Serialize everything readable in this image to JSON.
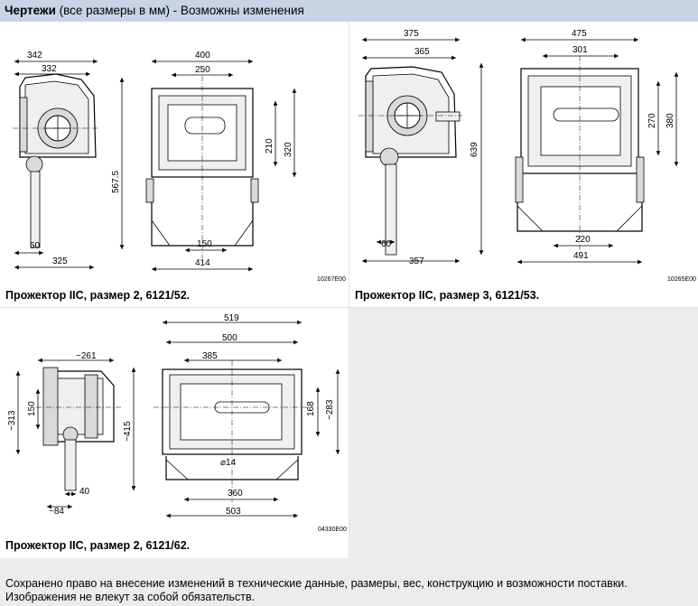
{
  "header": {
    "title_bold": "Чертежи",
    "title_rest": " (все размеры в мм) - Возможны изменения"
  },
  "drawings": [
    {
      "caption": "Прожектор IIC, размер 2, 6121/52.",
      "code": "10267E00",
      "dims": [
        "342",
        "332",
        "567.5",
        "50",
        "325",
        "400",
        "250",
        "210",
        "320",
        "150",
        "414"
      ]
    },
    {
      "caption": "Прожектор IIC, размер 3, 6121/53.",
      "code": "10265E00",
      "dims": [
        "375",
        "365",
        "639",
        "60",
        "357",
        "475",
        "301",
        "270",
        "380",
        "220",
        "491"
      ]
    },
    {
      "caption": "Прожектор IIC, размер 2, 6121/62.",
      "code": "04330E00",
      "dims": [
        "~261",
        "~313",
        "150",
        "~415",
        "40",
        "~84",
        "519",
        "500",
        "385",
        "168",
        "~283",
        "⌀14",
        "360",
        "503"
      ]
    }
  ],
  "footer": {
    "line1": "Сохранено право на внесение изменений в технические данные, размеры, вес, конструкцию и возможности поставки.",
    "line2": "Изображения не влекут за собой обязательств."
  },
  "colors": {
    "header_bg": "#c8d3e6",
    "panel_bg": "#ffffff",
    "gap_bg": "#ececec"
  }
}
